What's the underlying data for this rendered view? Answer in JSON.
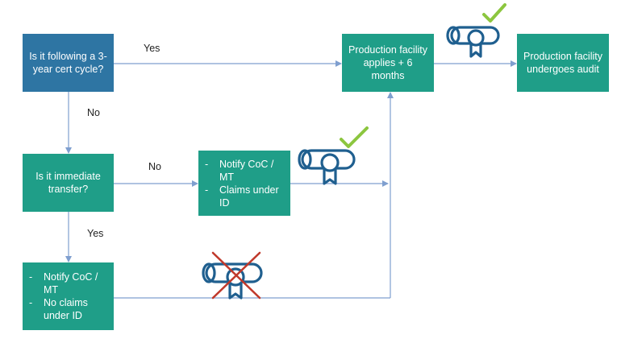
{
  "nodes": {
    "q_cert_cycle": {
      "text": "Is it following a 3-year cert cycle?"
    },
    "q_immediate": {
      "text": "Is it immediate transfer?"
    },
    "applies": {
      "text": "Production facility applies + 6 months"
    },
    "audit": {
      "text": "Production facility undergoes audit"
    },
    "notify_claims": {
      "items": [
        "Notify CoC / MT",
        "Claims under ID"
      ]
    },
    "notify_noclaims": {
      "items": [
        "Notify CoC / MT",
        "No claims under ID"
      ]
    }
  },
  "edges": {
    "cert_yes": "Yes",
    "cert_no": "No",
    "immediate_no": "No",
    "immediate_yes": "Yes"
  },
  "icons": {
    "certificate_approved_top": "certificate-check-icon",
    "certificate_approved_mid": "certificate-check-icon",
    "certificate_rejected": "certificate-cross-icon"
  },
  "colors": {
    "decision": "#2e75a3",
    "process": "#1f9e88",
    "arrow": "#7f9fcf",
    "check": "#8cc63f",
    "cross": "#c0392b",
    "certificate": "#1f5f8f"
  }
}
